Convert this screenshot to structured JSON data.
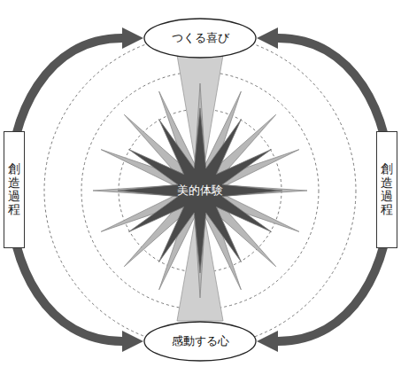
{
  "diagram": {
    "nodes": [
      {
        "text": [
          "つくる喜び"
        ]
      },
      {
        "text": [
          "美的体験"
        ]
      },
      {
        "text": [
          "感動する心"
        ]
      }
    ],
    "edges": [
      {
        "from": 0,
        "to": 2,
        "arrow": "both",
        "label": "創造過程"
      },
      {
        "from": 0,
        "to": 2,
        "arrow": "both",
        "label": "創造過程"
      }
    ]
  }
}
